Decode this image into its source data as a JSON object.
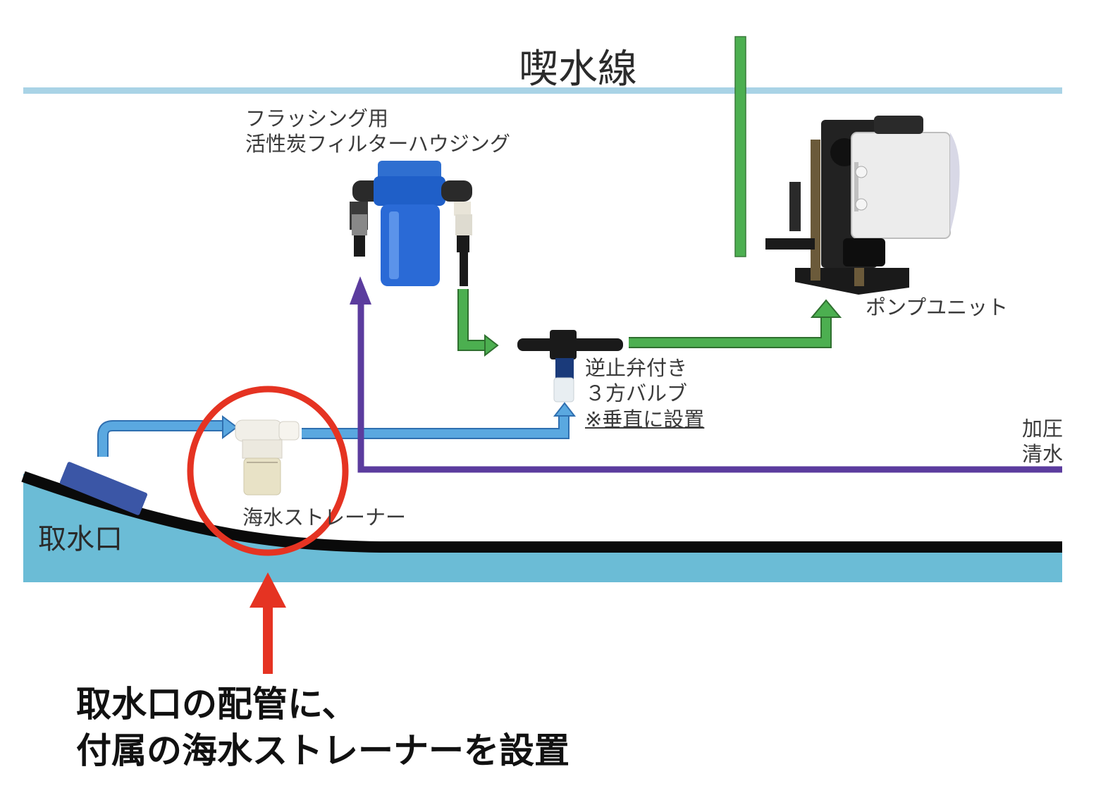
{
  "labels": {
    "waterline": "喫水線",
    "filter_line1": "フラッシング用",
    "filter_line2": "活性炭フィルターハウジング",
    "pump_unit": "ポンプユニット",
    "valve_line1": "逆止弁付き",
    "valve_line2": "３方バルブ",
    "valve_note": "※垂直に設置",
    "pressure_line1": "加圧",
    "pressure_line2": "清水",
    "strainer": "海水ストレーナー",
    "intake": "取水口"
  },
  "caption": {
    "line1": "取水口の配管に、",
    "line2": "付属の海水ストレーナーを設置"
  },
  "colors": {
    "water": "#6bbcd6",
    "waterline": "#a9d3e6",
    "seawater_pipe": "#5aa8e0",
    "fresh_pipe": "#4caf50",
    "pressure_pipe": "#5b3c9e",
    "highlight": "#e53322",
    "hull": "#0a0a0a"
  }
}
